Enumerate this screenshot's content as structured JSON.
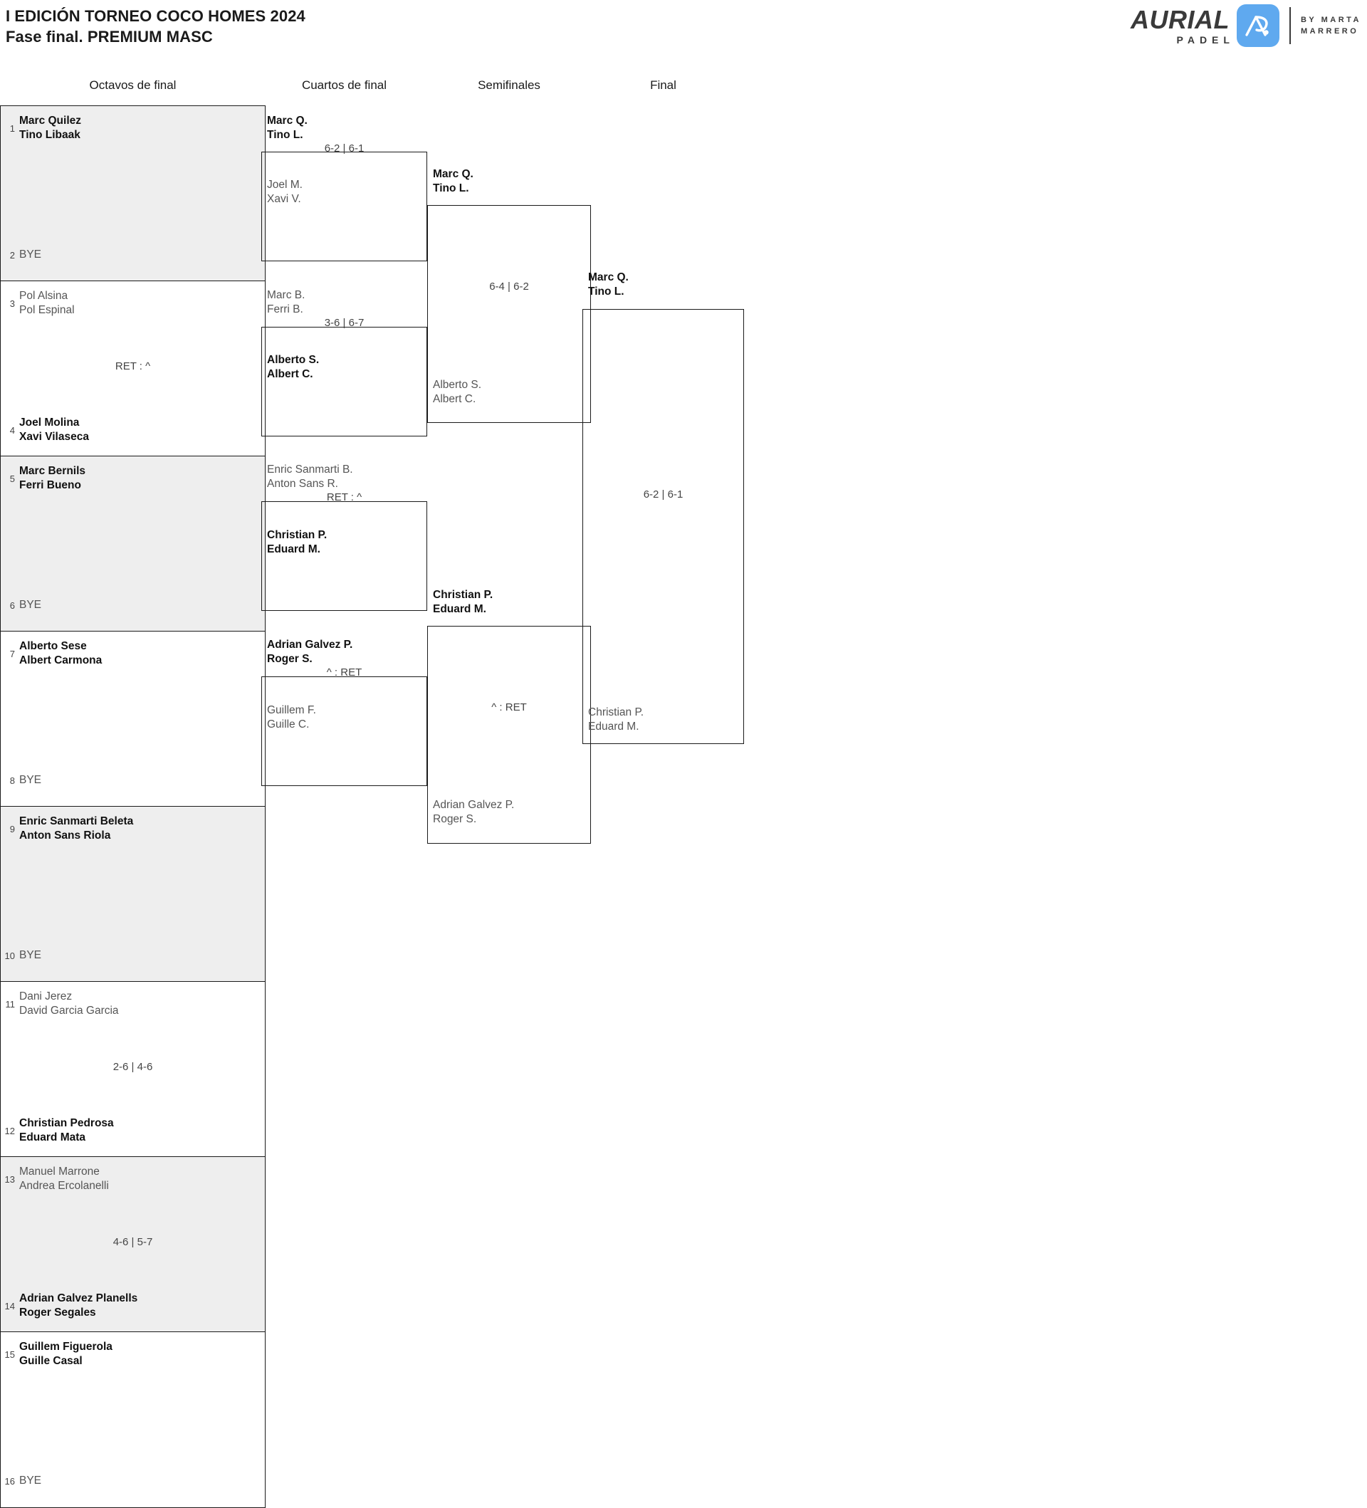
{
  "header": {
    "title_line1": "I EDICIÓN TORNEO COCO HOMES 2024",
    "title_line2": "Fase final. PREMIUM MASC",
    "logo": {
      "wordmark": "AURIAL",
      "subword": "PADEL",
      "badge_icon": "ap-monogram-icon",
      "by_line1": "BY MARTA",
      "by_line2": "MARRERO",
      "brand_blue": "#5fa9ef",
      "brand_dark": "#3a3a3a"
    }
  },
  "rounds": [
    {
      "label": "Octavos de final"
    },
    {
      "label": "Cuartos de final"
    },
    {
      "label": "Semifinales"
    },
    {
      "label": "Final"
    }
  ],
  "chart_data": {
    "type": "bracket",
    "title": "I EDICIÓN TORNEO COCO HOMES 2024 — Fase final. PREMIUM MASC",
    "rounds": [
      "Octavos de final",
      "Cuartos de final",
      "Semifinales",
      "Final"
    ],
    "shade_color": "#eeeeee",
    "winner": "Marc Quilez / Tino Libaak"
  },
  "round1": {
    "pairs": [
      {
        "shaded": true,
        "score": "",
        "top": {
          "seed": "1",
          "line1": "Marc Quilez",
          "line2": "Tino Libaak",
          "winner": true,
          "bye": false
        },
        "bottom": {
          "seed": "2",
          "line1": "BYE",
          "line2": "",
          "winner": false,
          "bye": true
        }
      },
      {
        "shaded": false,
        "score": "RET : ^",
        "top": {
          "seed": "3",
          "line1": "Pol Alsina",
          "line2": "Pol Espinal",
          "winner": false,
          "bye": false
        },
        "bottom": {
          "seed": "4",
          "line1": "Joel Molina",
          "line2": "Xavi Vilaseca",
          "winner": true,
          "bye": false
        }
      },
      {
        "shaded": true,
        "score": "",
        "top": {
          "seed": "5",
          "line1": "Marc Bernils",
          "line2": "Ferri Bueno",
          "winner": true,
          "bye": false
        },
        "bottom": {
          "seed": "6",
          "line1": "BYE",
          "line2": "",
          "winner": false,
          "bye": true
        }
      },
      {
        "shaded": false,
        "score": "",
        "top": {
          "seed": "7",
          "line1": "Alberto Sese",
          "line2": "Albert Carmona",
          "winner": true,
          "bye": false
        },
        "bottom": {
          "seed": "8",
          "line1": "BYE",
          "line2": "",
          "winner": false,
          "bye": true
        }
      },
      {
        "shaded": true,
        "score": "",
        "top": {
          "seed": "9",
          "line1": "Enric Sanmarti Beleta",
          "line2": "Anton Sans Riola",
          "winner": true,
          "bye": false
        },
        "bottom": {
          "seed": "10",
          "line1": "BYE",
          "line2": "",
          "winner": false,
          "bye": true
        }
      },
      {
        "shaded": false,
        "score": "2-6 | 4-6",
        "top": {
          "seed": "11",
          "line1": "Dani Jerez",
          "line2": "David Garcia Garcia",
          "winner": false,
          "bye": false
        },
        "bottom": {
          "seed": "12",
          "line1": "Christian Pedrosa",
          "line2": "Eduard Mata",
          "winner": true,
          "bye": false
        }
      },
      {
        "shaded": true,
        "score": "4-6 | 5-7",
        "top": {
          "seed": "13",
          "line1": "Manuel Marrone",
          "line2": "Andrea Ercolanelli",
          "winner": false,
          "bye": false
        },
        "bottom": {
          "seed": "14",
          "line1": "Adrian Galvez Planells",
          "line2": "Roger Segales",
          "winner": true,
          "bye": false
        }
      },
      {
        "shaded": false,
        "score": "",
        "top": {
          "seed": "15",
          "line1": "Guillem Figuerola",
          "line2": "Guille Casal",
          "winner": true,
          "bye": false
        },
        "bottom": {
          "seed": "16",
          "line1": "BYE",
          "line2": "",
          "winner": false,
          "bye": true
        }
      }
    ]
  },
  "round2": {
    "matches": [
      {
        "score": "6-2 | 6-1",
        "top": {
          "line1": "Marc Q.",
          "line2": "Tino L.",
          "winner": true
        },
        "bottom": {
          "line1": "Joel M.",
          "line2": "Xavi V.",
          "winner": false
        }
      },
      {
        "score": "3-6 | 6-7",
        "top": {
          "line1": "Marc B.",
          "line2": "Ferri B.",
          "winner": false
        },
        "bottom": {
          "line1": "Alberto S.",
          "line2": "Albert C.",
          "winner": true
        }
      },
      {
        "score": "RET : ^",
        "top": {
          "line1": "Enric Sanmarti B.",
          "line2": "Anton Sans R.",
          "winner": false
        },
        "bottom": {
          "line1": "Christian P.",
          "line2": "Eduard M.",
          "winner": true
        }
      },
      {
        "score": "^ : RET",
        "top": {
          "line1": "Adrian Galvez P.",
          "line2": "Roger S.",
          "winner": true
        },
        "bottom": {
          "line1": "Guillem F.",
          "line2": "Guille C.",
          "winner": false
        }
      }
    ]
  },
  "round3": {
    "matches": [
      {
        "score": "6-4 | 6-2",
        "top": {
          "line1": "Marc Q.",
          "line2": "Tino L.",
          "winner": true
        },
        "bottom": {
          "line1": "Alberto S.",
          "line2": "Albert C.",
          "winner": false
        }
      },
      {
        "score": "^ : RET",
        "top": {
          "line1": "Christian P.",
          "line2": "Eduard M.",
          "winner": true
        },
        "bottom": {
          "line1": "Adrian Galvez P.",
          "line2": "Roger S.",
          "winner": false
        }
      }
    ]
  },
  "round4": {
    "matches": [
      {
        "score": "6-2 | 6-1",
        "top": {
          "line1": "Marc Q.",
          "line2": "Tino L.",
          "winner": true
        },
        "bottom": {
          "line1": "Christian P.",
          "line2": "Eduard M.",
          "winner": false
        }
      }
    ]
  }
}
